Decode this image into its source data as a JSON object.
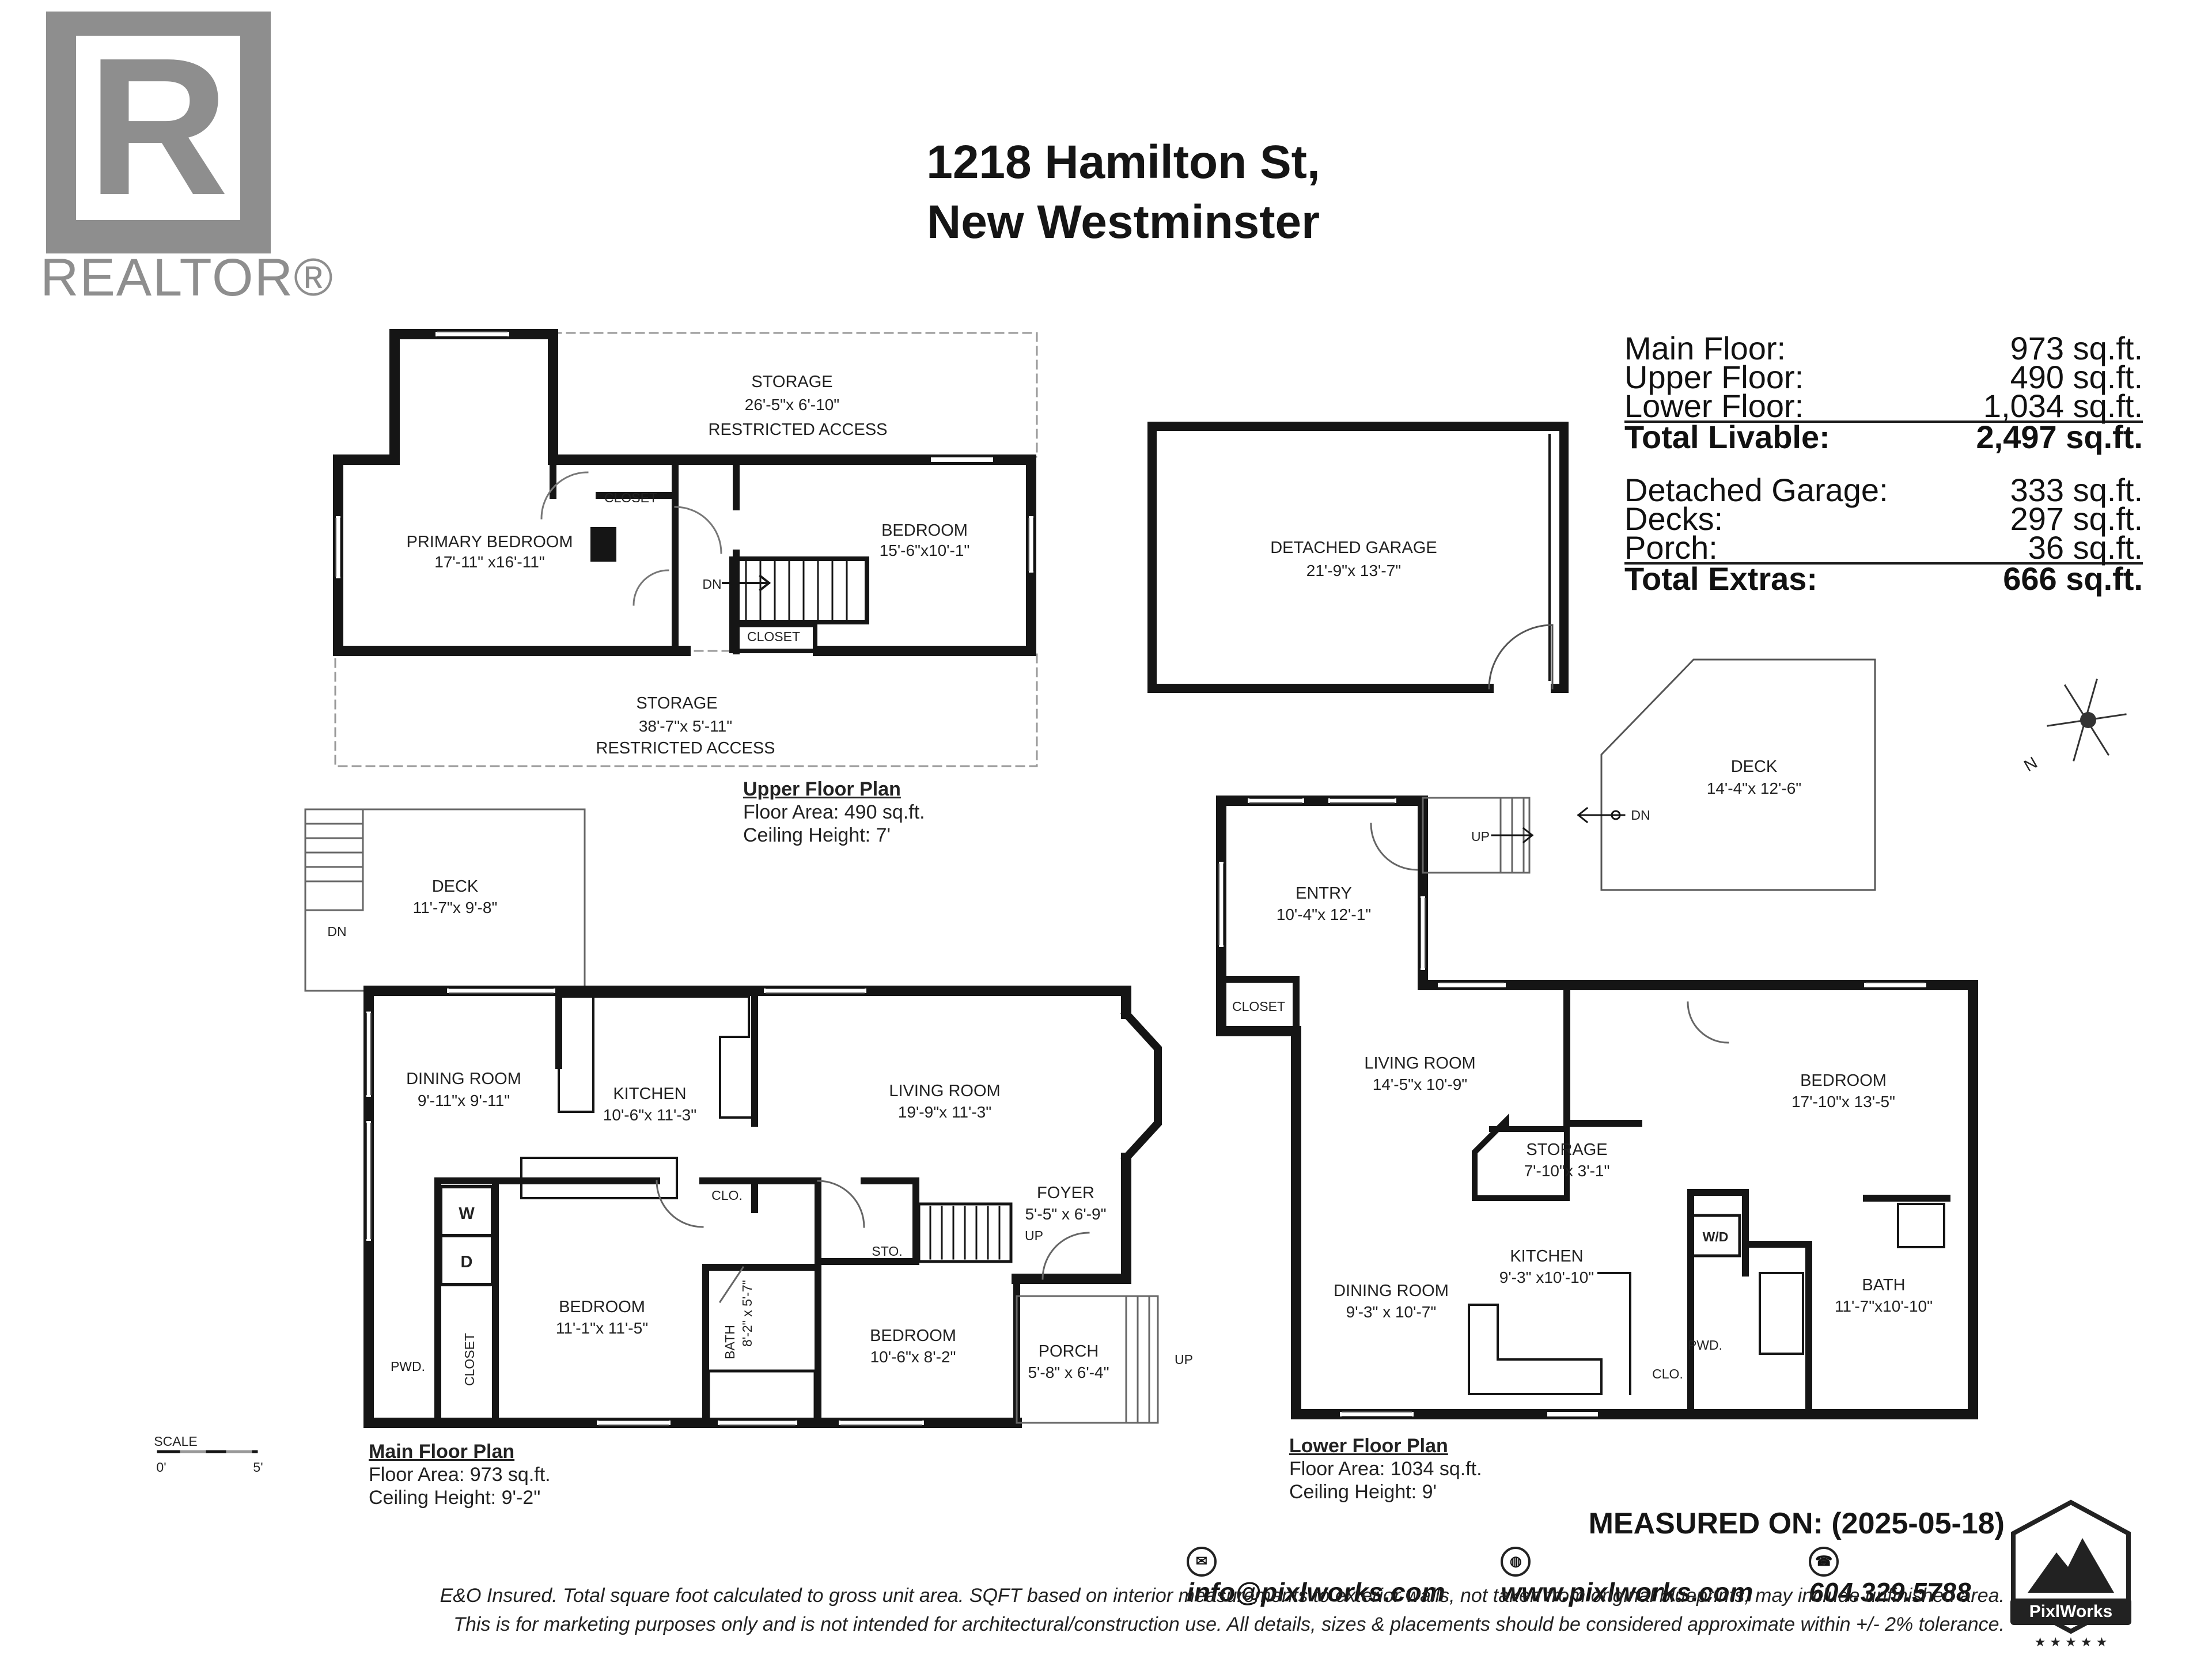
{
  "logo": {
    "letter": "R",
    "word": "REALTOR®"
  },
  "title": {
    "line1": "1218 Hamilton St,",
    "line2": "New Westminster"
  },
  "summary": {
    "main_floor": {
      "label": "Main Floor:",
      "value": "973 sq.ft."
    },
    "upper_floor": {
      "label": "Upper Floor:",
      "value": "490 sq.ft."
    },
    "lower_floor": {
      "label": "Lower Floor:",
      "value": "1,034 sq.ft."
    },
    "total_livable": {
      "label": "Total Livable:",
      "value": "2,497 sq.ft."
    },
    "detached_garage": {
      "label": "Detached Garage:",
      "value": "333 sq.ft."
    },
    "decks": {
      "label": "Decks:",
      "value": "297 sq.ft."
    },
    "porch": {
      "label": "Porch:",
      "value": "36 sq.ft."
    },
    "total_extras": {
      "label": "Total Extras:",
      "value": "666 sq.ft."
    }
  },
  "upper": {
    "storage_top": {
      "name": "STORAGE",
      "dim": "26'-5\"x 6'-10\"",
      "note": "RESTRICTED ACCESS"
    },
    "primary_bedroom": {
      "name": "PRIMARY BEDROOM",
      "dim": "17'-11\" x16'-11\""
    },
    "closet1": "CLOSET",
    "closet2": "CLOSET",
    "bedroom": {
      "name": "BEDROOM",
      "dim": "15'-6\"x10'-1\""
    },
    "dn": "DN",
    "storage_bottom": {
      "name": "STORAGE",
      "dim": "38'-7\"x 5'-11\"",
      "note": "RESTRICTED ACCESS"
    },
    "caption": {
      "head": "Upper Floor Plan",
      "area": "Floor Area: 490 sq.ft.",
      "ceiling": "Ceiling Height: 7'"
    }
  },
  "garage": {
    "name": "DETACHED GARAGE",
    "dim": "21'-9\"x 13'-7\""
  },
  "main": {
    "deck": {
      "name": "DECK",
      "dim": "11'-7\"x 9'-8\""
    },
    "dn": "DN",
    "dining": {
      "name": "DINING ROOM",
      "dim": "9'-11\"x 9'-11\""
    },
    "kitchen": {
      "name": "KITCHEN",
      "dim": "10'-6\"x 11'-3\""
    },
    "living": {
      "name": "LIVING ROOM",
      "dim": "19'-9\"x 11'-3\""
    },
    "clo": "CLO.",
    "foyer": {
      "name": "FOYER",
      "dim": "5'-5\" x 6'-9\""
    },
    "up": "UP",
    "sto": "STO.",
    "washer": "W",
    "dryer": "D",
    "bedroom1": {
      "name": "BEDROOM",
      "dim": "11'-1\"x 11'-5\""
    },
    "bath": {
      "name": "BATH",
      "dim": "8'-2\" x 5'-7\""
    },
    "bedroom2": {
      "name": "BEDROOM",
      "dim": "10'-6\"x 8'-2\""
    },
    "porch": {
      "name": "PORCH",
      "dim": "5'-8\" x 6'-4\""
    },
    "porch_up": "UP",
    "pwd": "PWD.",
    "closet": "CLOSET",
    "scale": {
      "label": "SCALE",
      "zero": "0'",
      "five": "5'"
    },
    "caption": {
      "head": "Main Floor Plan",
      "area": "Floor Area: 973 sq.ft.",
      "ceiling": "Ceiling Height: 9'-2\""
    }
  },
  "lower": {
    "entry": {
      "name": "ENTRY",
      "dim": "10'-4\"x 12'-1\""
    },
    "up": "UP",
    "closet": "CLOSET",
    "living": {
      "name": "LIVING ROOM",
      "dim": "14'-5\"x 10'-9\""
    },
    "storage": {
      "name": "STORAGE",
      "dim": "7'-10\"x 3'-1\""
    },
    "kitchen": {
      "name": "KITCHEN",
      "dim": "9'-3\" x10'-10\""
    },
    "dining": {
      "name": "DINING ROOM",
      "dim": "9'-3\" x 10'-7\""
    },
    "bedroom": {
      "name": "BEDROOM",
      "dim": "17'-10\"x 13'-5\""
    },
    "wd": "W/D",
    "pwd": "PWD.",
    "clo": "CLO.",
    "bath": {
      "name": "BATH",
      "dim": "11'-7\"x10'-10\""
    },
    "caption": {
      "head": "Lower Floor Plan",
      "area": "Floor Area: 1034 sq.ft.",
      "ceiling": "Ceiling Height: 9'"
    }
  },
  "deck2": {
    "name": "DECK",
    "dim": "14'-4\"x 12'-6\"",
    "dn": "DN"
  },
  "compass": {
    "n": "N"
  },
  "footer": {
    "measured": "MEASURED ON: (2025-05-18)",
    "email": "info@pixlworks.com",
    "web": "www.pixlworks.com",
    "phone": "604.329.5788",
    "disclaimer1": "E&O Insured.  Total square foot calculated to gross unit area. SQFT based on interior measurements to exterior walls, not taken from original blueprints, may include unfinished area.",
    "disclaimer2": "This is for marketing purposes only and is not intended for architectural/construction use.  All details, sizes & placements should be considered approximate within +/- 2%  tolerance.",
    "logo_text": "PixlWorks"
  }
}
